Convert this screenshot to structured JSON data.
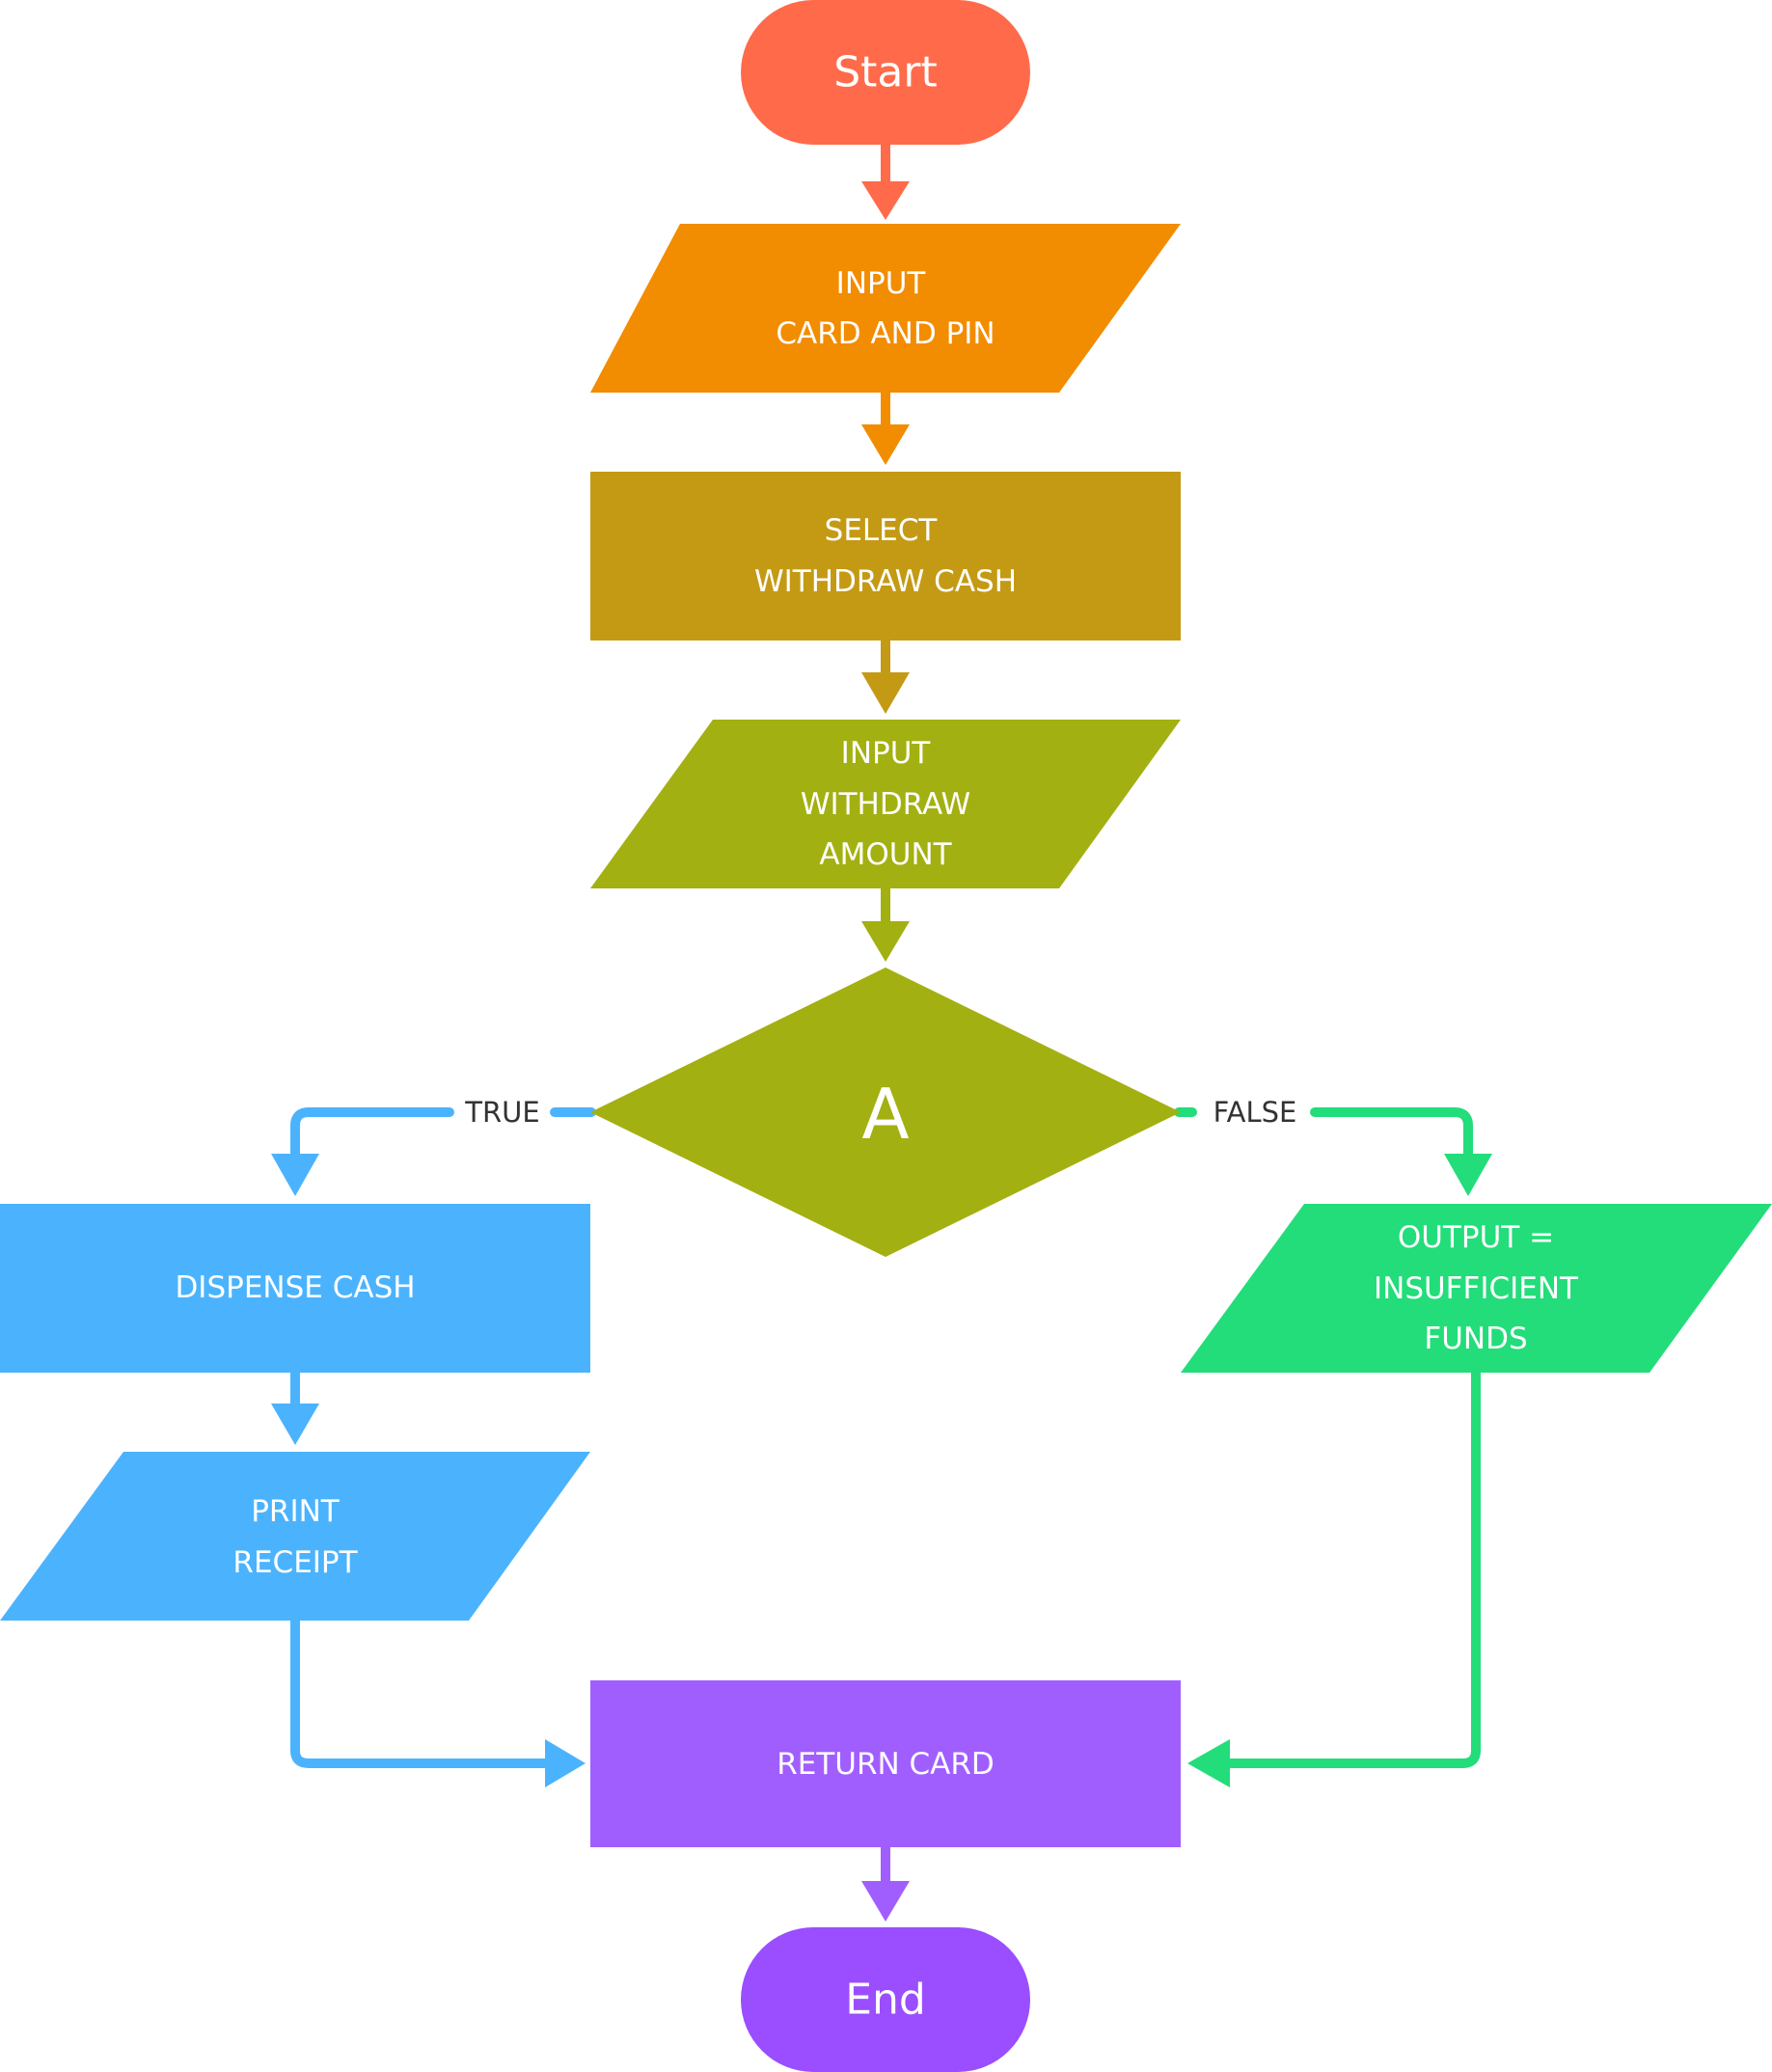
{
  "nodes": {
    "start": {
      "text": "Start",
      "color": "#FF6B4A"
    },
    "input_card": {
      "line1": "INPUT",
      "line2": "CARD AND PIN",
      "color": "#F28C00"
    },
    "select": {
      "line1": "SELECT",
      "line2": "WITHDRAW CASH",
      "color": "#C49A14"
    },
    "input_amount": {
      "line1": "INPUT",
      "line2": "WITHDRAW",
      "line3": "AMOUNT",
      "color": "#A3B011"
    },
    "decision": {
      "text": "A",
      "color": "#A3B011"
    },
    "dispense": {
      "text": "DISPENSE CASH",
      "color": "#4BB3FD"
    },
    "print": {
      "line1": "PRINT",
      "line2": "RECEIPT",
      "color": "#4BB3FD"
    },
    "insufficient": {
      "line1": "OUTPUT =",
      "line2": "INSUFFICIENT",
      "line3": "FUNDS",
      "color": "#22DD7A"
    },
    "return_card": {
      "text": "RETURN CARD",
      "color": "#A15EFF"
    },
    "end": {
      "text": "End",
      "color": "#9A4EFF"
    }
  },
  "edges": {
    "true_label": "TRUE",
    "false_label": "FALSE"
  },
  "colors": {
    "edge_start": "#FF6B4A",
    "edge_input_card": "#F28C00",
    "edge_select": "#C49A14",
    "edge_input_amount": "#A3B011",
    "edge_true": "#4BB3FD",
    "edge_false": "#22DD7A",
    "edge_return": "#A15EFF",
    "label_text": "#333333",
    "node_text": "#FFFFFF"
  }
}
